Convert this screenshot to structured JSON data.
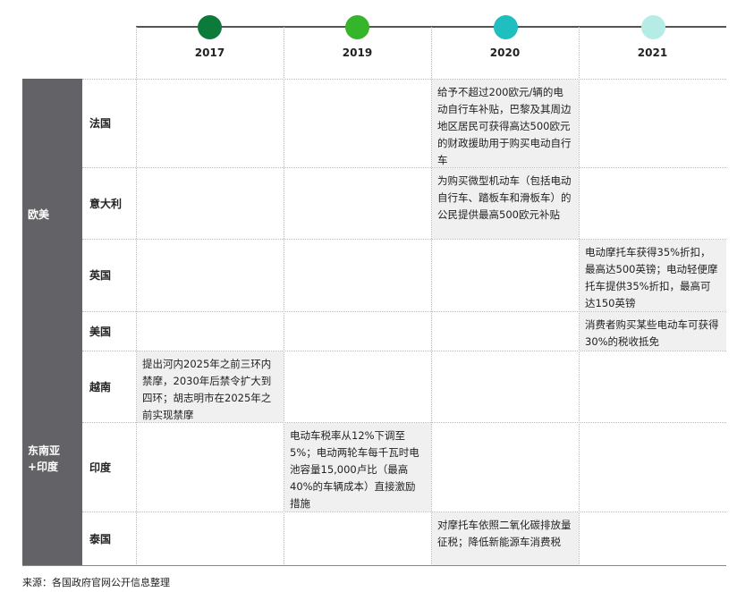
{
  "years": [
    "2017",
    "2019",
    "2020",
    "2021"
  ],
  "year_colors": [
    "#0b7a3b",
    "#34b52a",
    "#1fbfbf",
    "#b6ece6"
  ],
  "groups": [
    "欧美",
    "东南亚+印度"
  ],
  "countries": [
    "法国",
    "意大利",
    "英国",
    "美国",
    "越南",
    "印度",
    "泰国"
  ],
  "cells": {
    "france_2020": "给予不超过200欧元/辆的电动自行车补贴，巴黎及其周边地区居民可获得高达500欧元的财政援助用于购买电动自行车",
    "italy_2020": "为购买微型机动车（包括电动自行车、踏板车和滑板车）的公民提供最高500欧元补贴",
    "uk_2021": "电动摩托车获得35%折扣，最高达500英镑；电动轻便摩托车提供35%折扣，最高可达150英镑",
    "us_2021": "消费者购买某些电动车可获得30%的税收抵免",
    "vietnam_2017": "提出河内2025年之前三环内禁摩，2030年后禁令扩大到四环；胡志明市在2025年之前实现禁摩",
    "india_2019": "电动车税率从12%下调至5%；电动两轮车每千瓦时电池容量15,000卢比（最高40%的车辆成本）直接激励措施",
    "thailand_2020": "对摩托车依照二氧化碳排放量征税；降低新能源车消费税"
  },
  "source": "来源：各国政府官网公开信息整理"
}
